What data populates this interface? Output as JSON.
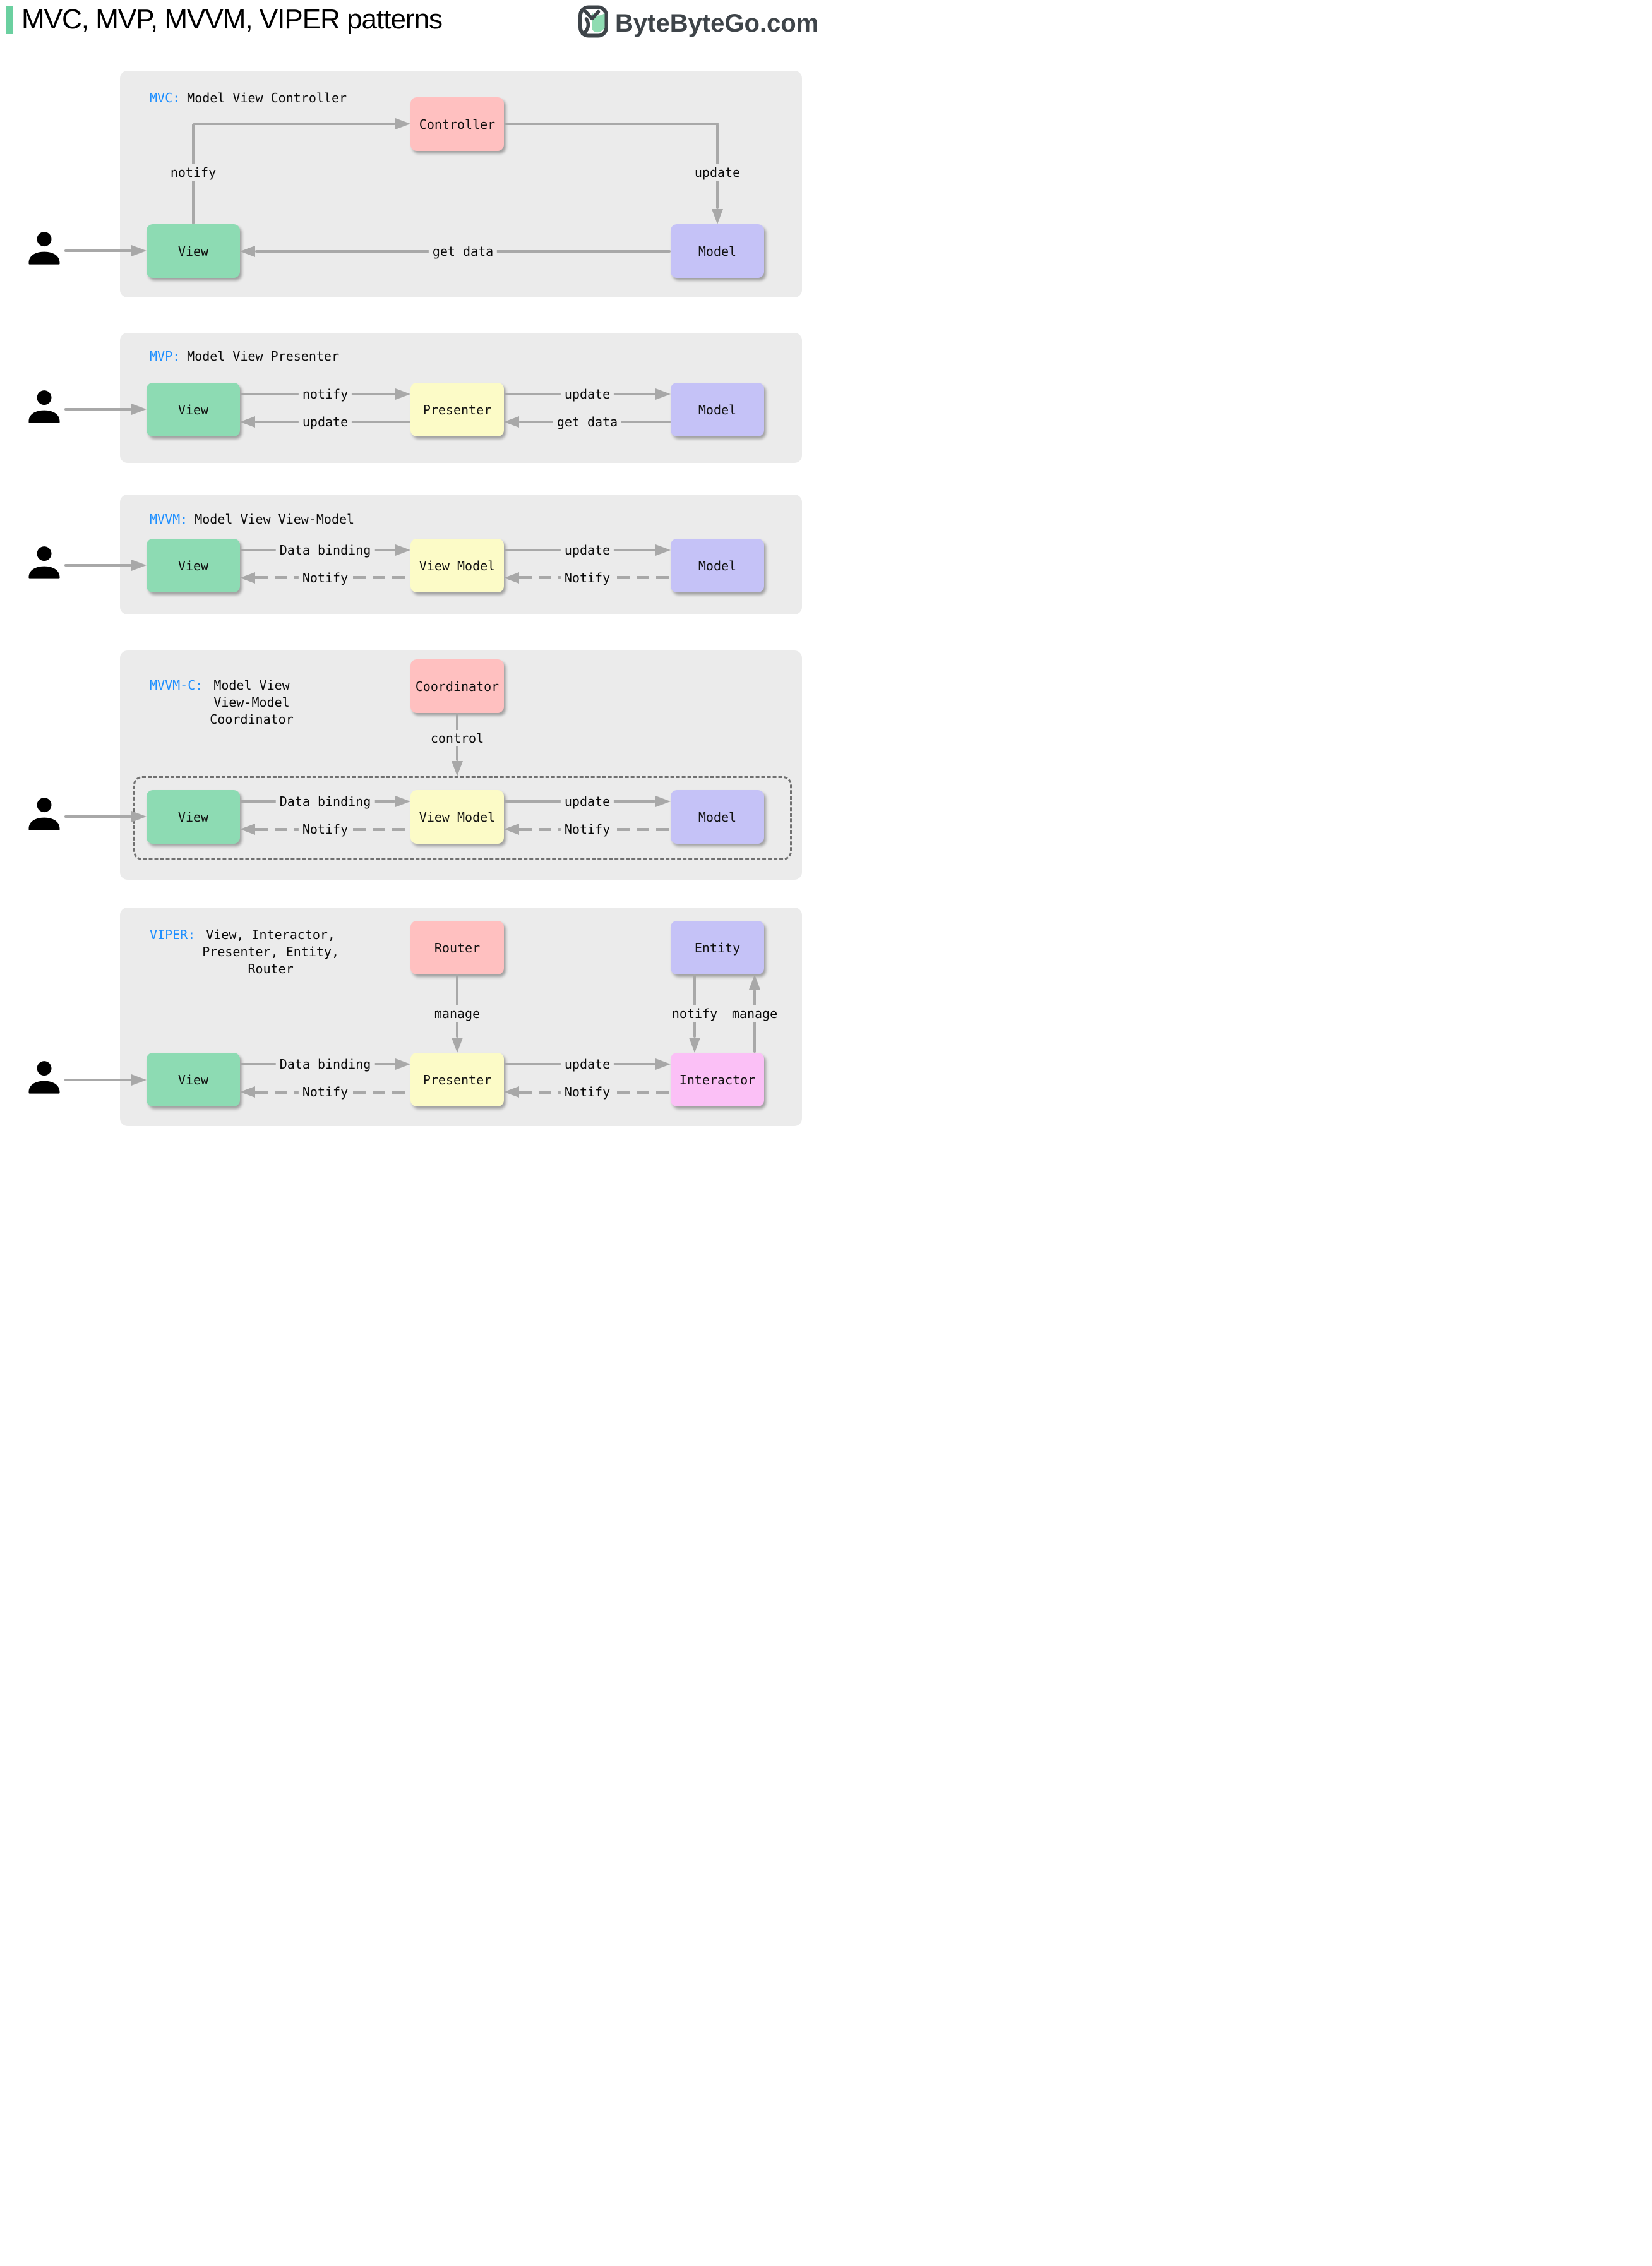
{
  "header": {
    "title": "MVC, MVP, MVVM, VIPER patterns",
    "logo_text": "ByteByteGo.com"
  },
  "colors": {
    "accent_bar": "#6BD0A0",
    "panel_bg": "#EBEBEB",
    "abbr_blue": "#1E8FFF",
    "box_green": "#8DDBB3",
    "box_pink": "#FFC0C0",
    "box_purple": "#C5C2F7",
    "box_yellow": "#FCFBC7",
    "box_magenta": "#FBC0F6",
    "arrow_gray": "#A8A8A8",
    "logo_dark": "#3E4449",
    "person_black": "#000000"
  },
  "panels": {
    "mvc": {
      "abbr": "MVC:",
      "title": "Model View Controller",
      "boxes": {
        "controller": "Controller",
        "view": "View",
        "model": "Model"
      },
      "arrows": {
        "notify": "notify",
        "update": "update",
        "get_data": "get data"
      }
    },
    "mvp": {
      "abbr": "MVP:",
      "title": "Model View Presenter",
      "boxes": {
        "view": "View",
        "presenter": "Presenter",
        "model": "Model"
      },
      "arrows": {
        "notify": "notify",
        "update_to_view": "update",
        "update_to_model": "update",
        "get_data": "get data"
      }
    },
    "mvvm": {
      "abbr": "MVVM:",
      "title": "Model View View-Model",
      "boxes": {
        "view": "View",
        "view_model": "View Model",
        "model": "Model"
      },
      "arrows": {
        "data_binding": "Data binding",
        "notify_to_view": "Notify",
        "update": "update",
        "notify_to_view_model": "Notify"
      }
    },
    "mvvmc": {
      "abbr": "MVVM-C:",
      "title_lines": [
        "Model View",
        "View-Model",
        "Coordinator"
      ],
      "boxes": {
        "coordinator": "Coordinator",
        "view": "View",
        "view_model": "View Model",
        "model": "Model"
      },
      "arrows": {
        "control": "control",
        "data_binding": "Data binding",
        "notify_to_view": "Notify",
        "update": "update",
        "notify_to_view_model": "Notify"
      }
    },
    "viper": {
      "abbr": "VIPER:",
      "title_lines": [
        "View, Interactor,",
        "Presenter, Entity,",
        "Router"
      ],
      "boxes": {
        "router": "Router",
        "entity": "Entity",
        "view": "View",
        "presenter": "Presenter",
        "interactor": "Interactor"
      },
      "arrows": {
        "manage_presenter": "manage",
        "notify_interactor": "notify",
        "manage_entity": "manage",
        "data_binding": "Data binding",
        "notify_to_view": "Notify",
        "update": "update",
        "notify_to_presenter": "Notify"
      }
    }
  }
}
